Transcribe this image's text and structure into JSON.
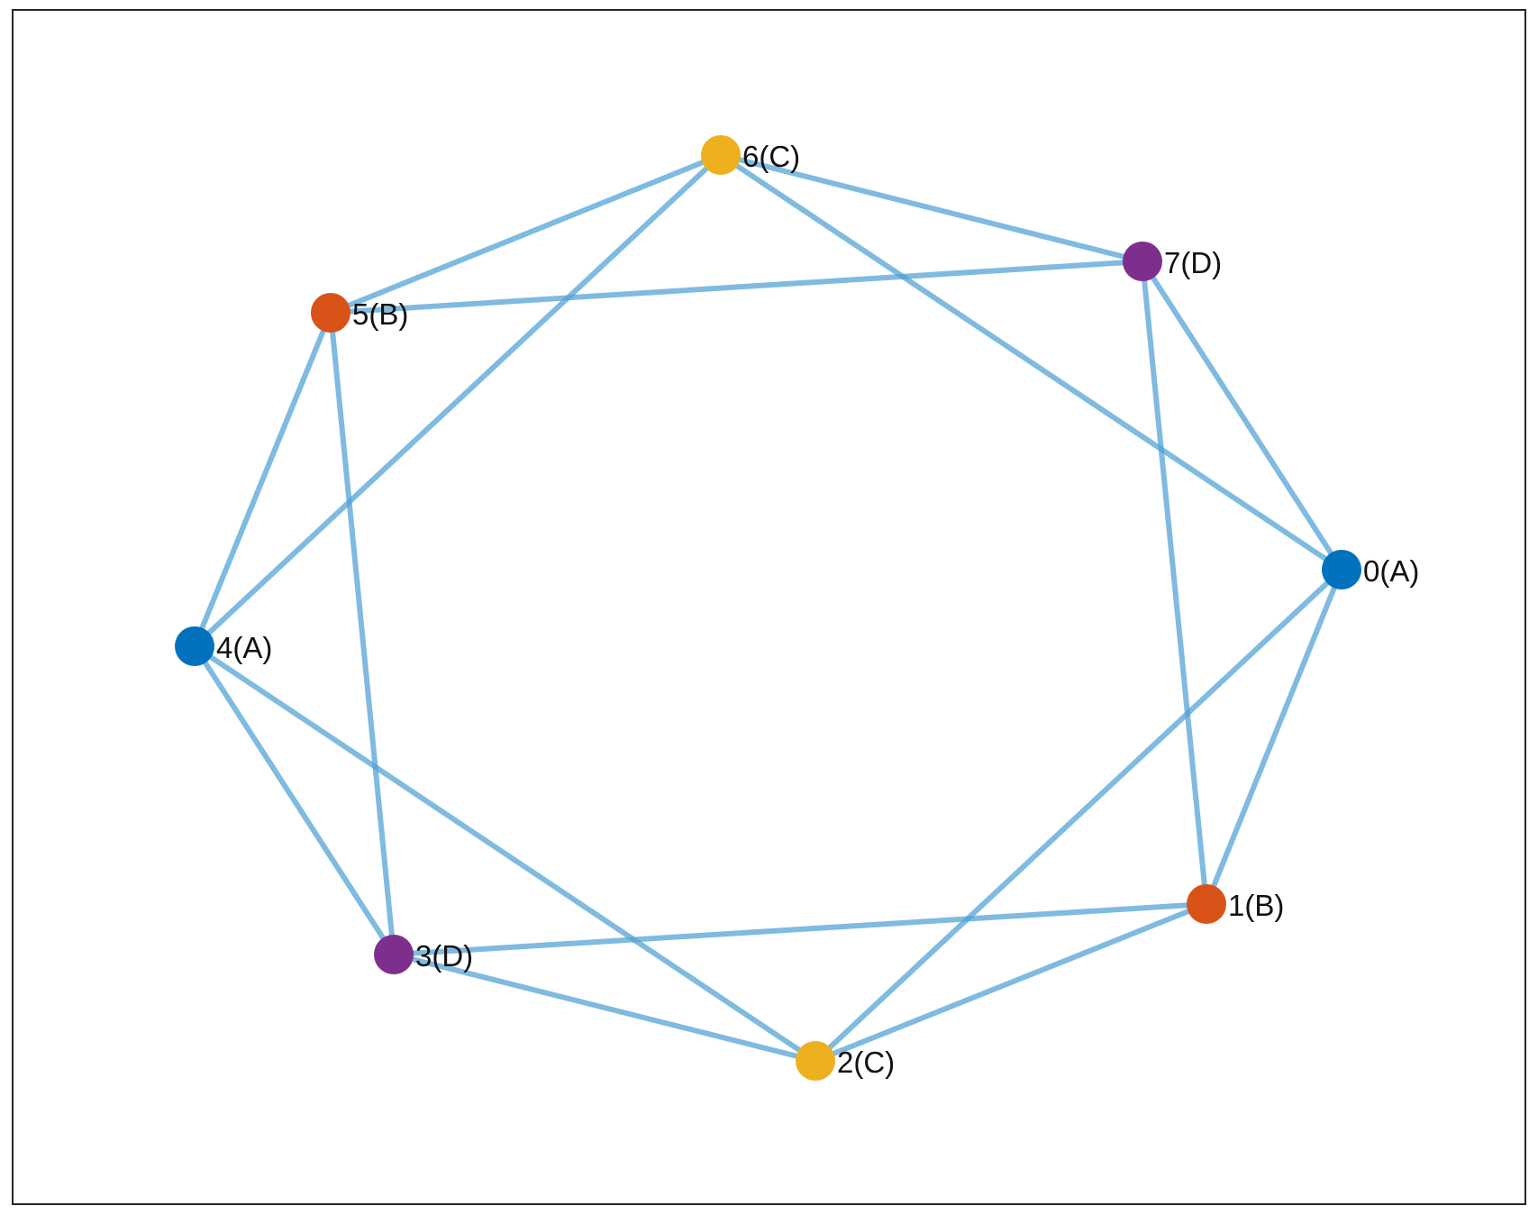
{
  "graph": {
    "nodes": [
      {
        "id": 0,
        "label": "0(A)",
        "group": "A",
        "color": "#0072BD"
      },
      {
        "id": 1,
        "label": "1(B)",
        "group": "B",
        "color": "#D95319"
      },
      {
        "id": 2,
        "label": "2(C)",
        "group": "C",
        "color": "#EDB120"
      },
      {
        "id": 3,
        "label": "3(D)",
        "group": "D",
        "color": "#7E2F8E"
      },
      {
        "id": 4,
        "label": "4(A)",
        "group": "A",
        "color": "#0072BD"
      },
      {
        "id": 5,
        "label": "5(B)",
        "group": "B",
        "color": "#D95319"
      },
      {
        "id": 6,
        "label": "6(C)",
        "group": "C",
        "color": "#EDB120"
      },
      {
        "id": 7,
        "label": "7(D)",
        "group": "D",
        "color": "#7E2F8E"
      }
    ],
    "edges": [
      [
        0,
        1
      ],
      [
        0,
        2
      ],
      [
        0,
        6
      ],
      [
        0,
        7
      ],
      [
        1,
        2
      ],
      [
        1,
        3
      ],
      [
        1,
        7
      ],
      [
        2,
        3
      ],
      [
        2,
        4
      ],
      [
        3,
        4
      ],
      [
        3,
        5
      ],
      [
        4,
        5
      ],
      [
        4,
        6
      ],
      [
        5,
        6
      ],
      [
        5,
        7
      ],
      [
        6,
        7
      ]
    ],
    "edge_color": "#4d9fd6"
  }
}
